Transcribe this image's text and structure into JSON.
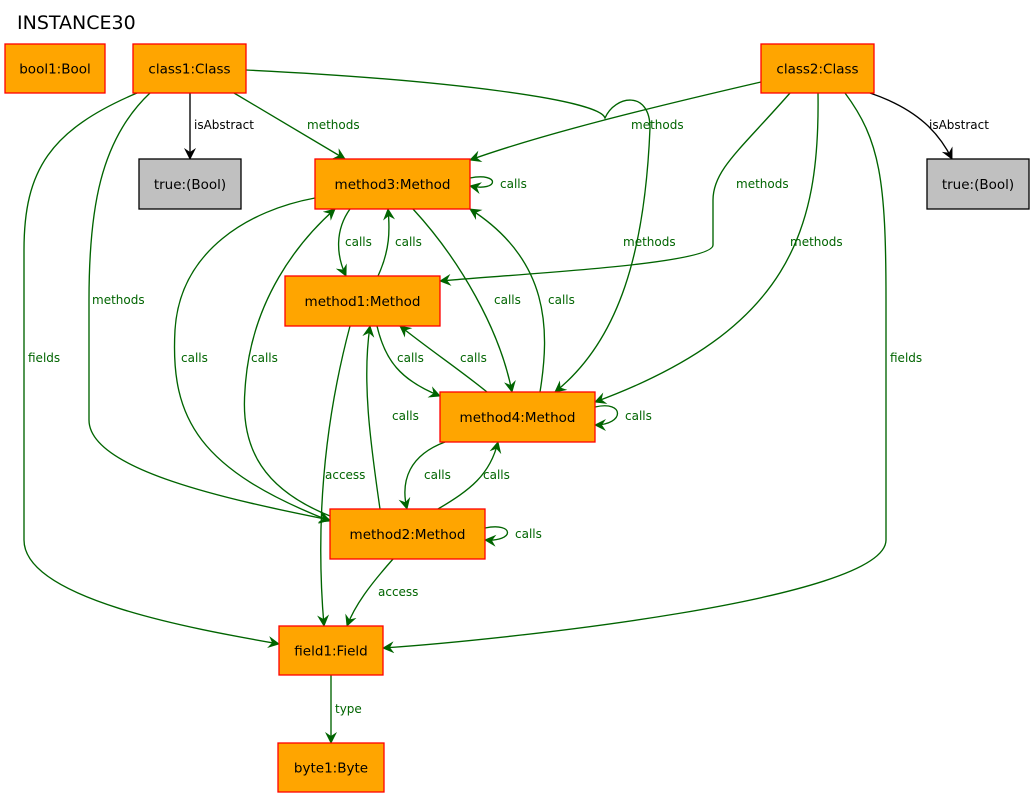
{
  "title": "INSTANCE30",
  "colors": {
    "object_fill": "#ffa500",
    "object_stroke": "#ff0000",
    "value_fill": "#c0c0c0",
    "value_stroke": "#000000",
    "reference_edge": "#006400",
    "attribute_edge": "#000000"
  },
  "nodes": [
    {
      "id": "bool1",
      "label": "bool1:Bool",
      "kind": "object"
    },
    {
      "id": "class1",
      "label": "class1:Class",
      "kind": "object"
    },
    {
      "id": "class2",
      "label": "class2:Class",
      "kind": "object"
    },
    {
      "id": "true1",
      "label": "true:(Bool)",
      "kind": "value"
    },
    {
      "id": "true2",
      "label": "true:(Bool)",
      "kind": "value"
    },
    {
      "id": "method3",
      "label": "method3:Method",
      "kind": "object"
    },
    {
      "id": "method1",
      "label": "method1:Method",
      "kind": "object"
    },
    {
      "id": "method4",
      "label": "method4:Method",
      "kind": "object"
    },
    {
      "id": "method2",
      "label": "method2:Method",
      "kind": "object"
    },
    {
      "id": "field1",
      "label": "field1:Field",
      "kind": "object"
    },
    {
      "id": "byte1",
      "label": "byte1:Byte",
      "kind": "object"
    }
  ],
  "edges": [
    {
      "id": "e1",
      "from": "class1",
      "to": "true1",
      "label": "isAbstract",
      "kind": "attribute"
    },
    {
      "id": "e2",
      "from": "class1",
      "to": "method3",
      "label": "methods",
      "kind": "reference"
    },
    {
      "id": "e3",
      "from": "class1",
      "to": "method4",
      "label": "methods",
      "kind": "reference"
    },
    {
      "id": "e4",
      "from": "class1",
      "to": "method2",
      "label": "methods",
      "kind": "reference"
    },
    {
      "id": "e5",
      "from": "class1",
      "to": "field1",
      "label": "fields",
      "kind": "reference"
    },
    {
      "id": "e6",
      "from": "class2",
      "to": "method3",
      "label": "methods",
      "kind": "reference"
    },
    {
      "id": "e7",
      "from": "class2",
      "to": "true2",
      "label": "isAbstract",
      "kind": "attribute"
    },
    {
      "id": "e8",
      "from": "class2",
      "to": "method1",
      "label": "methods",
      "kind": "reference"
    },
    {
      "id": "e9",
      "from": "class2",
      "to": "method4",
      "label": "methods",
      "kind": "reference"
    },
    {
      "id": "e10",
      "from": "class2",
      "to": "field1",
      "label": "fields",
      "kind": "reference"
    },
    {
      "id": "e11",
      "from": "method3",
      "to": "method3",
      "label": "calls",
      "kind": "reference"
    },
    {
      "id": "e12",
      "from": "method3",
      "to": "method1",
      "label": "calls",
      "kind": "reference"
    },
    {
      "id": "e13",
      "from": "method1",
      "to": "method3",
      "label": "calls",
      "kind": "reference"
    },
    {
      "id": "e14",
      "from": "method3",
      "to": "method4",
      "label": "calls",
      "kind": "reference"
    },
    {
      "id": "e15",
      "from": "method4",
      "to": "method3",
      "label": "calls",
      "kind": "reference"
    },
    {
      "id": "e16",
      "from": "method3",
      "to": "method2",
      "label": "calls",
      "kind": "reference"
    },
    {
      "id": "e17",
      "from": "method2",
      "to": "method3",
      "label": "calls",
      "kind": "reference"
    },
    {
      "id": "e18",
      "from": "method1",
      "to": "method4",
      "label": "calls",
      "kind": "reference"
    },
    {
      "id": "e19",
      "from": "method4",
      "to": "method1",
      "label": "calls",
      "kind": "reference"
    },
    {
      "id": "e20",
      "from": "method2",
      "to": "method1",
      "label": "calls",
      "kind": "reference"
    },
    {
      "id": "e21",
      "from": "method1",
      "to": "field1",
      "label": "access",
      "kind": "reference"
    },
    {
      "id": "e22",
      "from": "method4",
      "to": "method4",
      "label": "calls",
      "kind": "reference"
    },
    {
      "id": "e23",
      "from": "method4",
      "to": "method2",
      "label": "calls",
      "kind": "reference"
    },
    {
      "id": "e24",
      "from": "method2",
      "to": "method4",
      "label": "calls",
      "kind": "reference"
    },
    {
      "id": "e25",
      "from": "method2",
      "to": "method2",
      "label": "calls",
      "kind": "reference"
    },
    {
      "id": "e26",
      "from": "method2",
      "to": "field1",
      "label": "access",
      "kind": "reference"
    },
    {
      "id": "e27",
      "from": "field1",
      "to": "byte1",
      "label": "type",
      "kind": "reference"
    }
  ]
}
